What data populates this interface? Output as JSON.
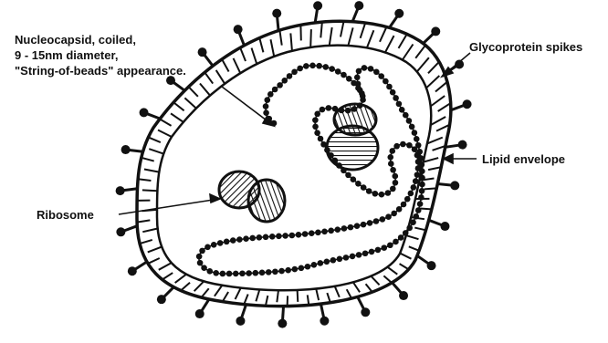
{
  "labels": {
    "nucleocapsid_line1": "Nucleocapsid, coiled,",
    "nucleocapsid_line2": "9 - 15nm diameter,",
    "nucleocapsid_line3": "\"String-of-beads\" appearance.",
    "glycoprotein": "Glycoprotein spikes",
    "lipid": "Lipid envelope",
    "ribosome": "Ribosome"
  },
  "colors": {
    "ink": "#111111",
    "paper": "#ffffff"
  }
}
